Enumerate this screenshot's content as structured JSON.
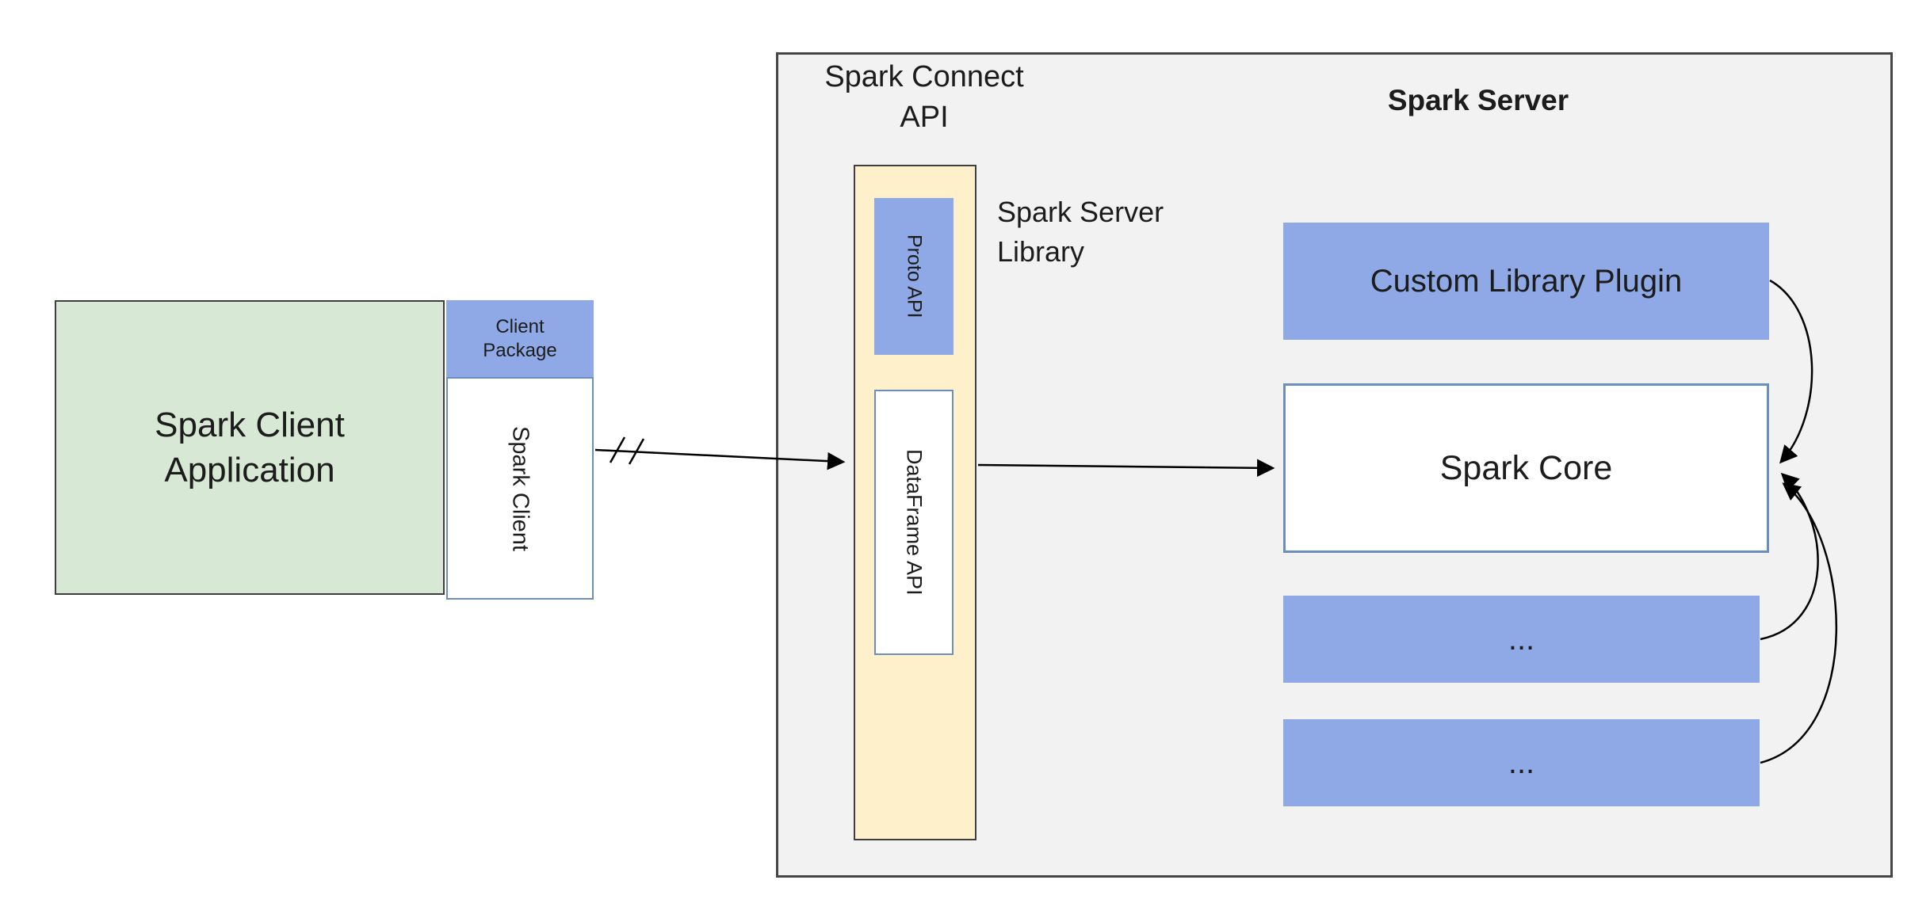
{
  "diagram": {
    "client": {
      "app_label": "Spark Client Application",
      "package_label": "Client Package",
      "spark_client_label": "Spark Client"
    },
    "connect": {
      "api_label": "Spark Connect API",
      "proto_api_label": "Proto API",
      "dataframe_api_label": "DataFrame API"
    },
    "server": {
      "title": "Spark Server",
      "library_label": "Spark Server Library",
      "plugin_label": "Custom Library Plugin",
      "core_label": "Spark Core",
      "more_1": "...",
      "more_2": "..."
    },
    "colors": {
      "green_fill": "#d7e8d4",
      "blue_fill": "#8ea9e6",
      "yellow_fill": "#fdf0cb",
      "gray_fill": "#f2f2f2",
      "blue_border": "#6c8ebf",
      "dark_border": "#3f3f3f",
      "arrow": "#000000"
    }
  }
}
